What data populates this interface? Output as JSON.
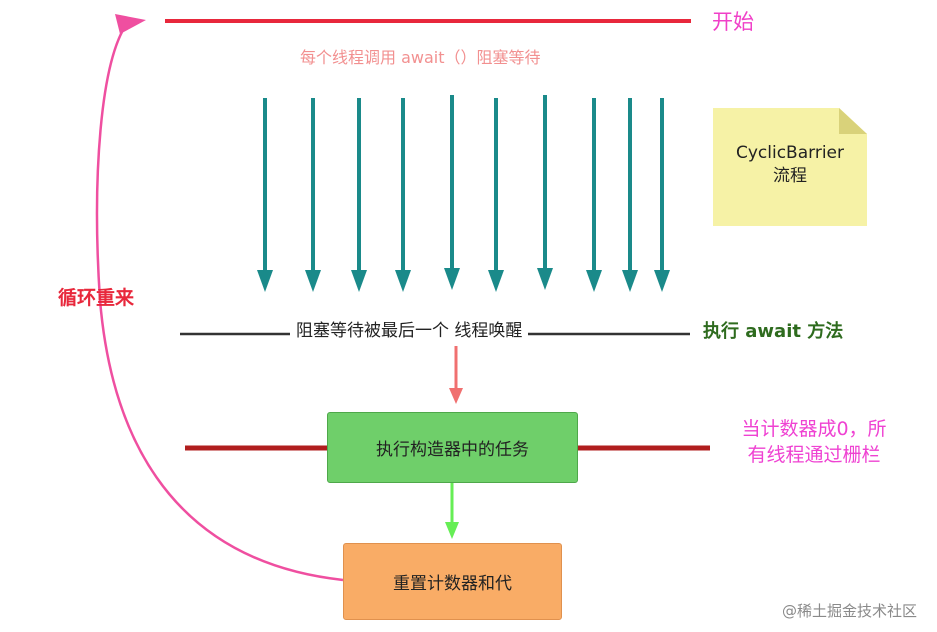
{
  "labels": {
    "start": "开始",
    "wait": "每个线程调用 await（）阻塞等待",
    "wake": "阻塞等待被最后一个 线程唤醒",
    "exec": "执行 await 方法",
    "cond_line1": "当计数器成0，所",
    "cond_line2": "有线程通过栅栏",
    "loop": "循环重来"
  },
  "note": {
    "line1": "CyclicBarrier",
    "line2": "流程"
  },
  "boxes": {
    "task": "执行构造器中的任务",
    "reset": "重置计数器和代"
  },
  "watermark": "@稀土掘金技术社区",
  "colors": {
    "red_line": "#e8283c",
    "dark_red_line": "#b01e1e",
    "black_line": "#333333",
    "teal_arrow": "#1a8a8a",
    "salmon_arrow": "#f07070",
    "green_arrow": "#66ee55",
    "loop_curve": "#ef4fa0",
    "note_yellow": "#f6f2a6",
    "task_green": "#6fcf6a",
    "reset_orange": "#f9ac66"
  },
  "thread_count": 10
}
